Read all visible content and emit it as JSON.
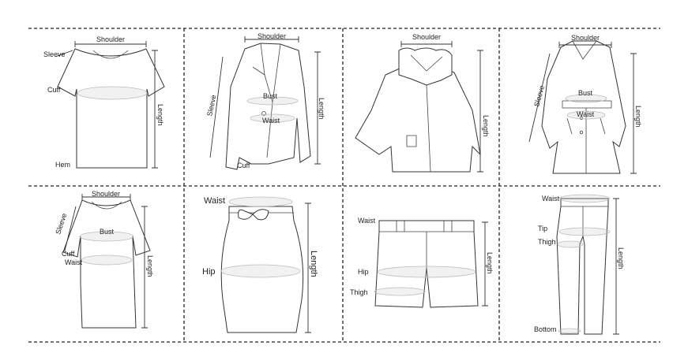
{
  "panels": [
    {
      "id": "tshirt",
      "labels": {
        "shoulder": "Shoulder",
        "sleeve": "Sleeve",
        "cuff": "Cuff",
        "hem": "Hem",
        "length": "Length"
      }
    },
    {
      "id": "blazer",
      "labels": {
        "shoulder": "Shoulder",
        "sleeve": "Sleeve",
        "bust": "Bust",
        "waist": "Waist",
        "cuff": "Cuff",
        "length": "Length"
      }
    },
    {
      "id": "cape-coat",
      "labels": {
        "shoulder": "Shoulder",
        "length": "Length"
      }
    },
    {
      "id": "trench-coat",
      "labels": {
        "shoulder": "Shoulder",
        "sleeve": "Sleeve",
        "bust": "Bust",
        "waist": "Waist",
        "length": "Length"
      }
    },
    {
      "id": "dress",
      "labels": {
        "shoulder": "Shoulder",
        "sleeve": "Sleeve",
        "bust": "Bust",
        "cuff": "Cuff",
        "waist": "Waist",
        "length": "Length"
      }
    },
    {
      "id": "skirt",
      "labels": {
        "waist": "Waist",
        "hip": "Hip",
        "length": "Length"
      }
    },
    {
      "id": "shorts",
      "labels": {
        "waist": "Waist",
        "hip": "Hip",
        "thigh": "Thigh",
        "length": "Length"
      }
    },
    {
      "id": "trousers",
      "labels": {
        "waist": "Waist",
        "tip": "Tip",
        "thigh": "Thigh",
        "bottom": "Bottom",
        "length": "Length"
      }
    }
  ]
}
